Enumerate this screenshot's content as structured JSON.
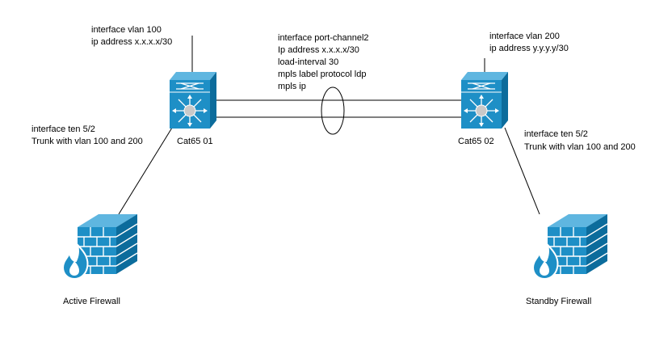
{
  "colors": {
    "device_blue": "#1e8fc6",
    "device_dark": "#0c6c9c",
    "device_light": "#5fb6e0",
    "line": "#000000"
  },
  "switch_left": {
    "name": "Cat65 01",
    "svi_lines": [
      "interface vlan 100",
      "ip address x.x.x.x/30"
    ],
    "trunk_lines": [
      "interface ten 5/2",
      "Trunk with vlan 100 and 200"
    ]
  },
  "switch_right": {
    "name": "Cat65 02",
    "svi_lines": [
      "interface vlan 200",
      "ip address y.y.y.y/30"
    ],
    "trunk_lines": [
      "interface ten 5/2",
      "Trunk with vlan 100 and 200"
    ]
  },
  "port_channel": {
    "lines": [
      "interface port-channel2",
      "Ip address x.x.x.x/30",
      "load-interval 30",
      "mpls label protocol ldp",
      "mpls ip"
    ]
  },
  "firewall_left": {
    "name": "Active Firewall",
    "icon": "firewall-icon"
  },
  "firewall_right": {
    "name": "Standby Firewall",
    "icon": "firewall-icon"
  },
  "switch_icon": "nexus-switch-icon"
}
